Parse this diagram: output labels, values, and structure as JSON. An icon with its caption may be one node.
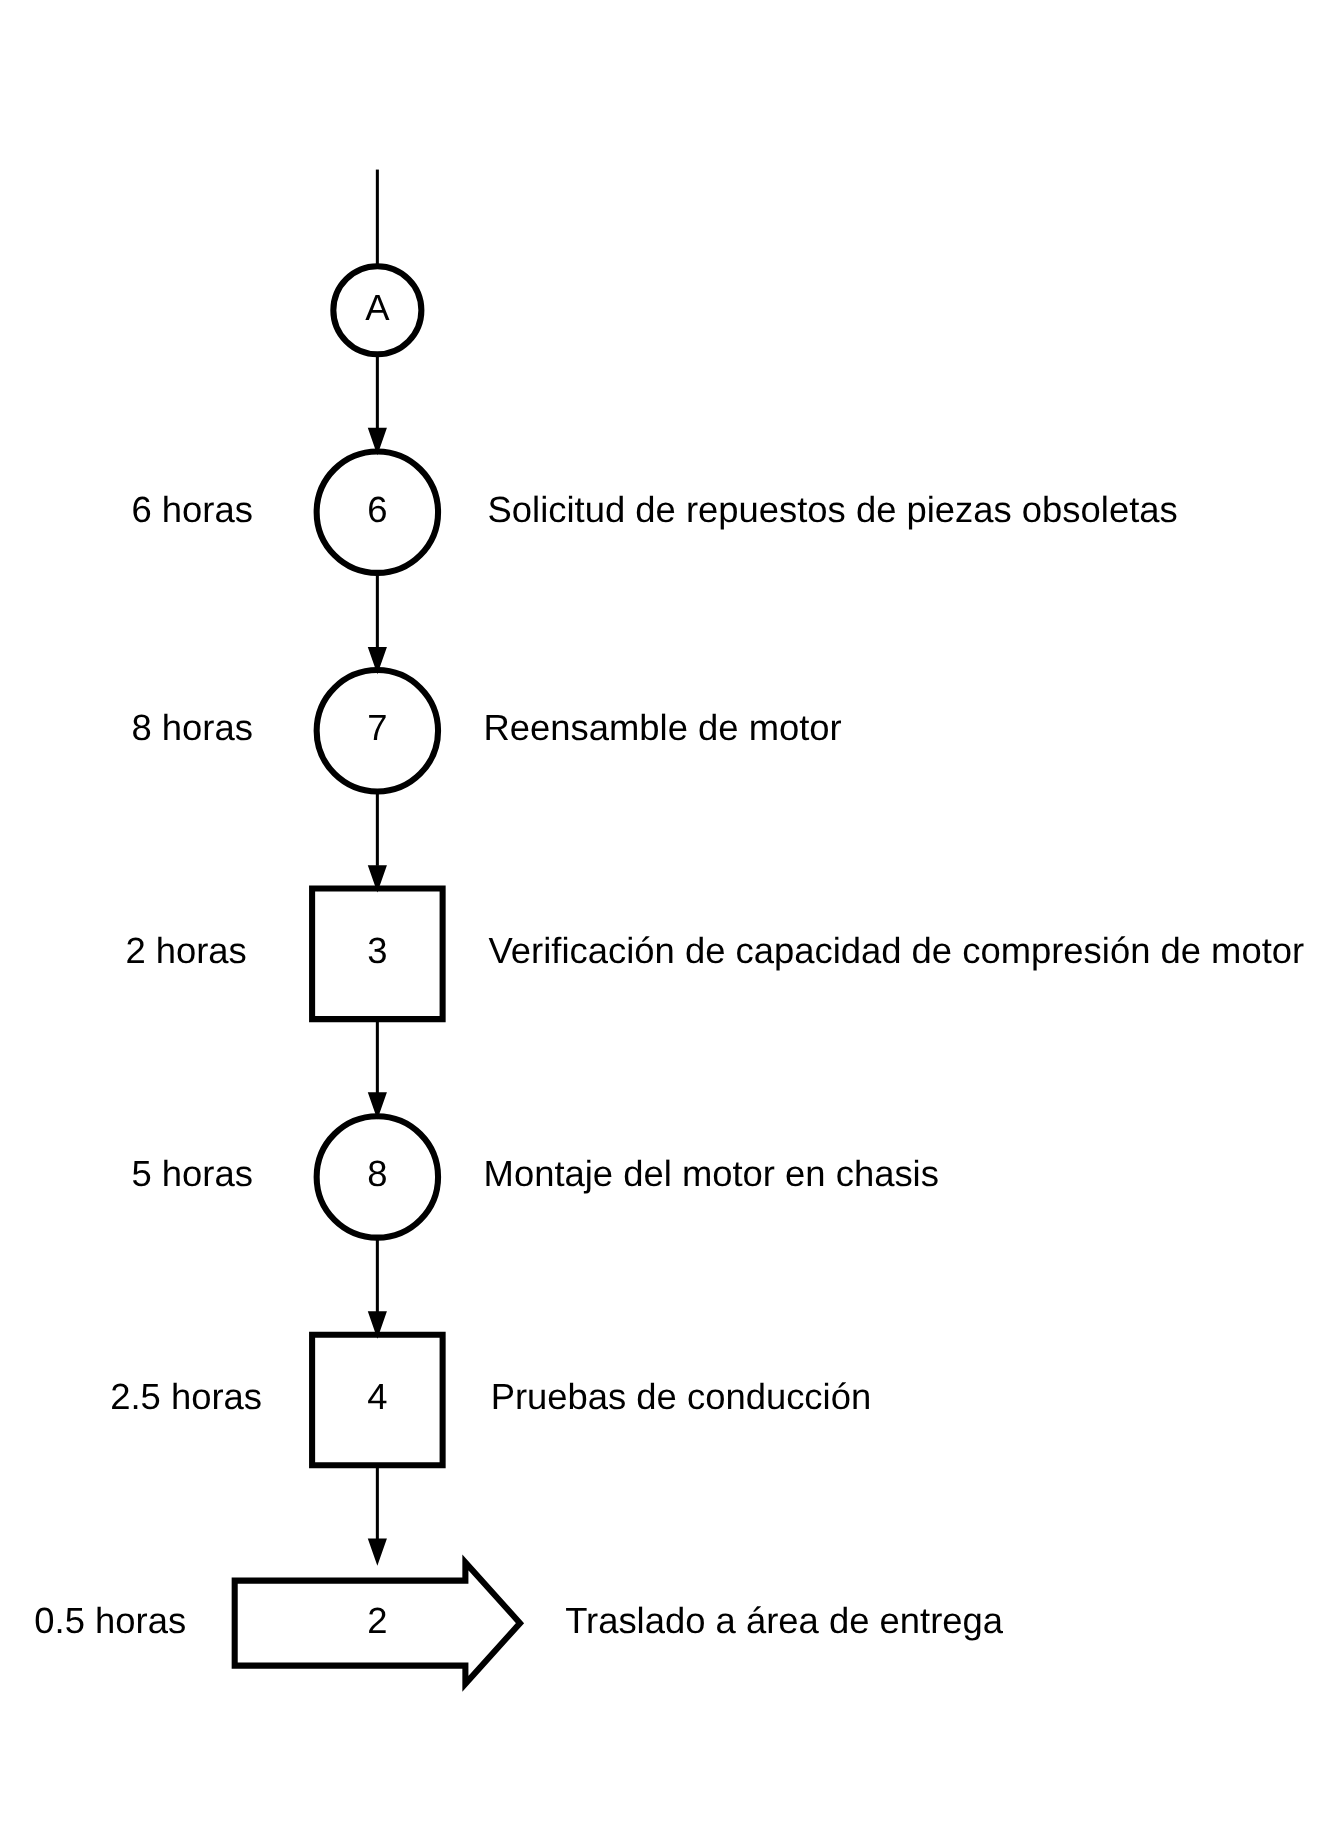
{
  "diagram": {
    "nodes": [
      {
        "text": [
          "A"
        ]
      },
      {
        "text": [
          "6"
        ],
        "beside": [
          "6 horas",
          "Solicitud de repuestos de piezas obsoletas"
        ]
      },
      {
        "text": [
          "7"
        ],
        "beside": [
          "8 horas",
          "Reensamble de motor"
        ]
      },
      {
        "text": [
          "3"
        ],
        "beside": [
          "2 horas",
          "Verificación de capacidad de compresión de motor"
        ]
      },
      {
        "text": [
          "8"
        ],
        "beside": [
          "5 horas",
          "Montaje del motor en chasis"
        ]
      },
      {
        "text": [
          "4"
        ],
        "beside": [
          "2.5 horas",
          "Pruebas de conducción"
        ]
      },
      {
        "text": [
          "2"
        ],
        "beside": [
          "0.5 horas",
          "Traslado a área de entrega"
        ]
      }
    ],
    "edges": [
      {
        "from": null,
        "to": 0,
        "arrow": "none"
      },
      {
        "from": 0,
        "to": 1,
        "arrow": "to"
      },
      {
        "from": 1,
        "to": 2,
        "arrow": "to"
      },
      {
        "from": 2,
        "to": 3,
        "arrow": "to"
      },
      {
        "from": 3,
        "to": 4,
        "arrow": "to"
      },
      {
        "from": 4,
        "to": 5,
        "arrow": "to"
      },
      {
        "from": 5,
        "to": 6,
        "arrow": "to"
      }
    ]
  }
}
